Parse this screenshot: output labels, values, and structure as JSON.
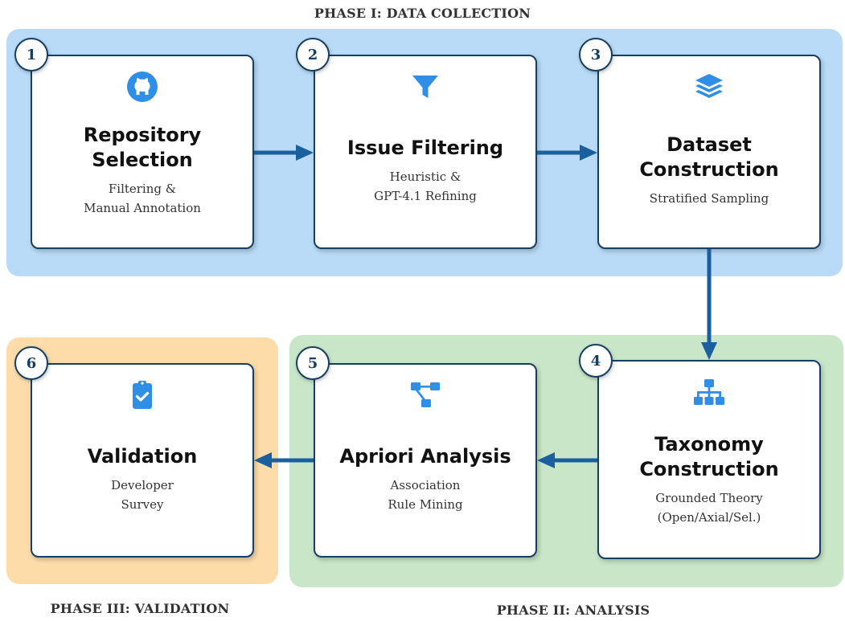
{
  "colors": {
    "phase1_bg": "#b9dbf7",
    "phase2_bg": "#c9e6c9",
    "phase3_bg": "#fddcaa",
    "arrow": "#1a5f9e",
    "icon": "#2f8fe6",
    "card_border": "#163f63"
  },
  "phases": {
    "phase1": "PHASE I: DATA COLLECTION",
    "phase2": "PHASE II: ANALYSIS",
    "phase3": "PHASE III: VALIDATION"
  },
  "steps": [
    {
      "number": "1",
      "icon": "github-icon",
      "title_lines": [
        "Repository",
        "Selection"
      ],
      "subtitle_lines": [
        "Filtering &",
        "Manual Annotation"
      ]
    },
    {
      "number": "2",
      "icon": "filter-icon",
      "title_lines": [
        "Issue Filtering"
      ],
      "subtitle_lines": [
        "Heuristic &",
        "GPT-4.1 Refining"
      ]
    },
    {
      "number": "3",
      "icon": "layers-icon",
      "title_lines": [
        "Dataset",
        "Construction"
      ],
      "subtitle_lines": [
        "Stratified Sampling"
      ]
    },
    {
      "number": "4",
      "icon": "sitemap-icon",
      "title_lines": [
        "Taxonomy",
        "Construction"
      ],
      "subtitle_lines": [
        "Grounded Theory",
        "(Open/Axial/Sel.)"
      ]
    },
    {
      "number": "5",
      "icon": "project-diagram-icon",
      "title_lines": [
        "Apriori Analysis"
      ],
      "subtitle_lines": [
        "Association",
        "Rule Mining"
      ]
    },
    {
      "number": "6",
      "icon": "clipboard-check-icon",
      "title_lines": [
        "Validation"
      ],
      "subtitle_lines": [
        "Developer",
        "Survey"
      ]
    }
  ]
}
